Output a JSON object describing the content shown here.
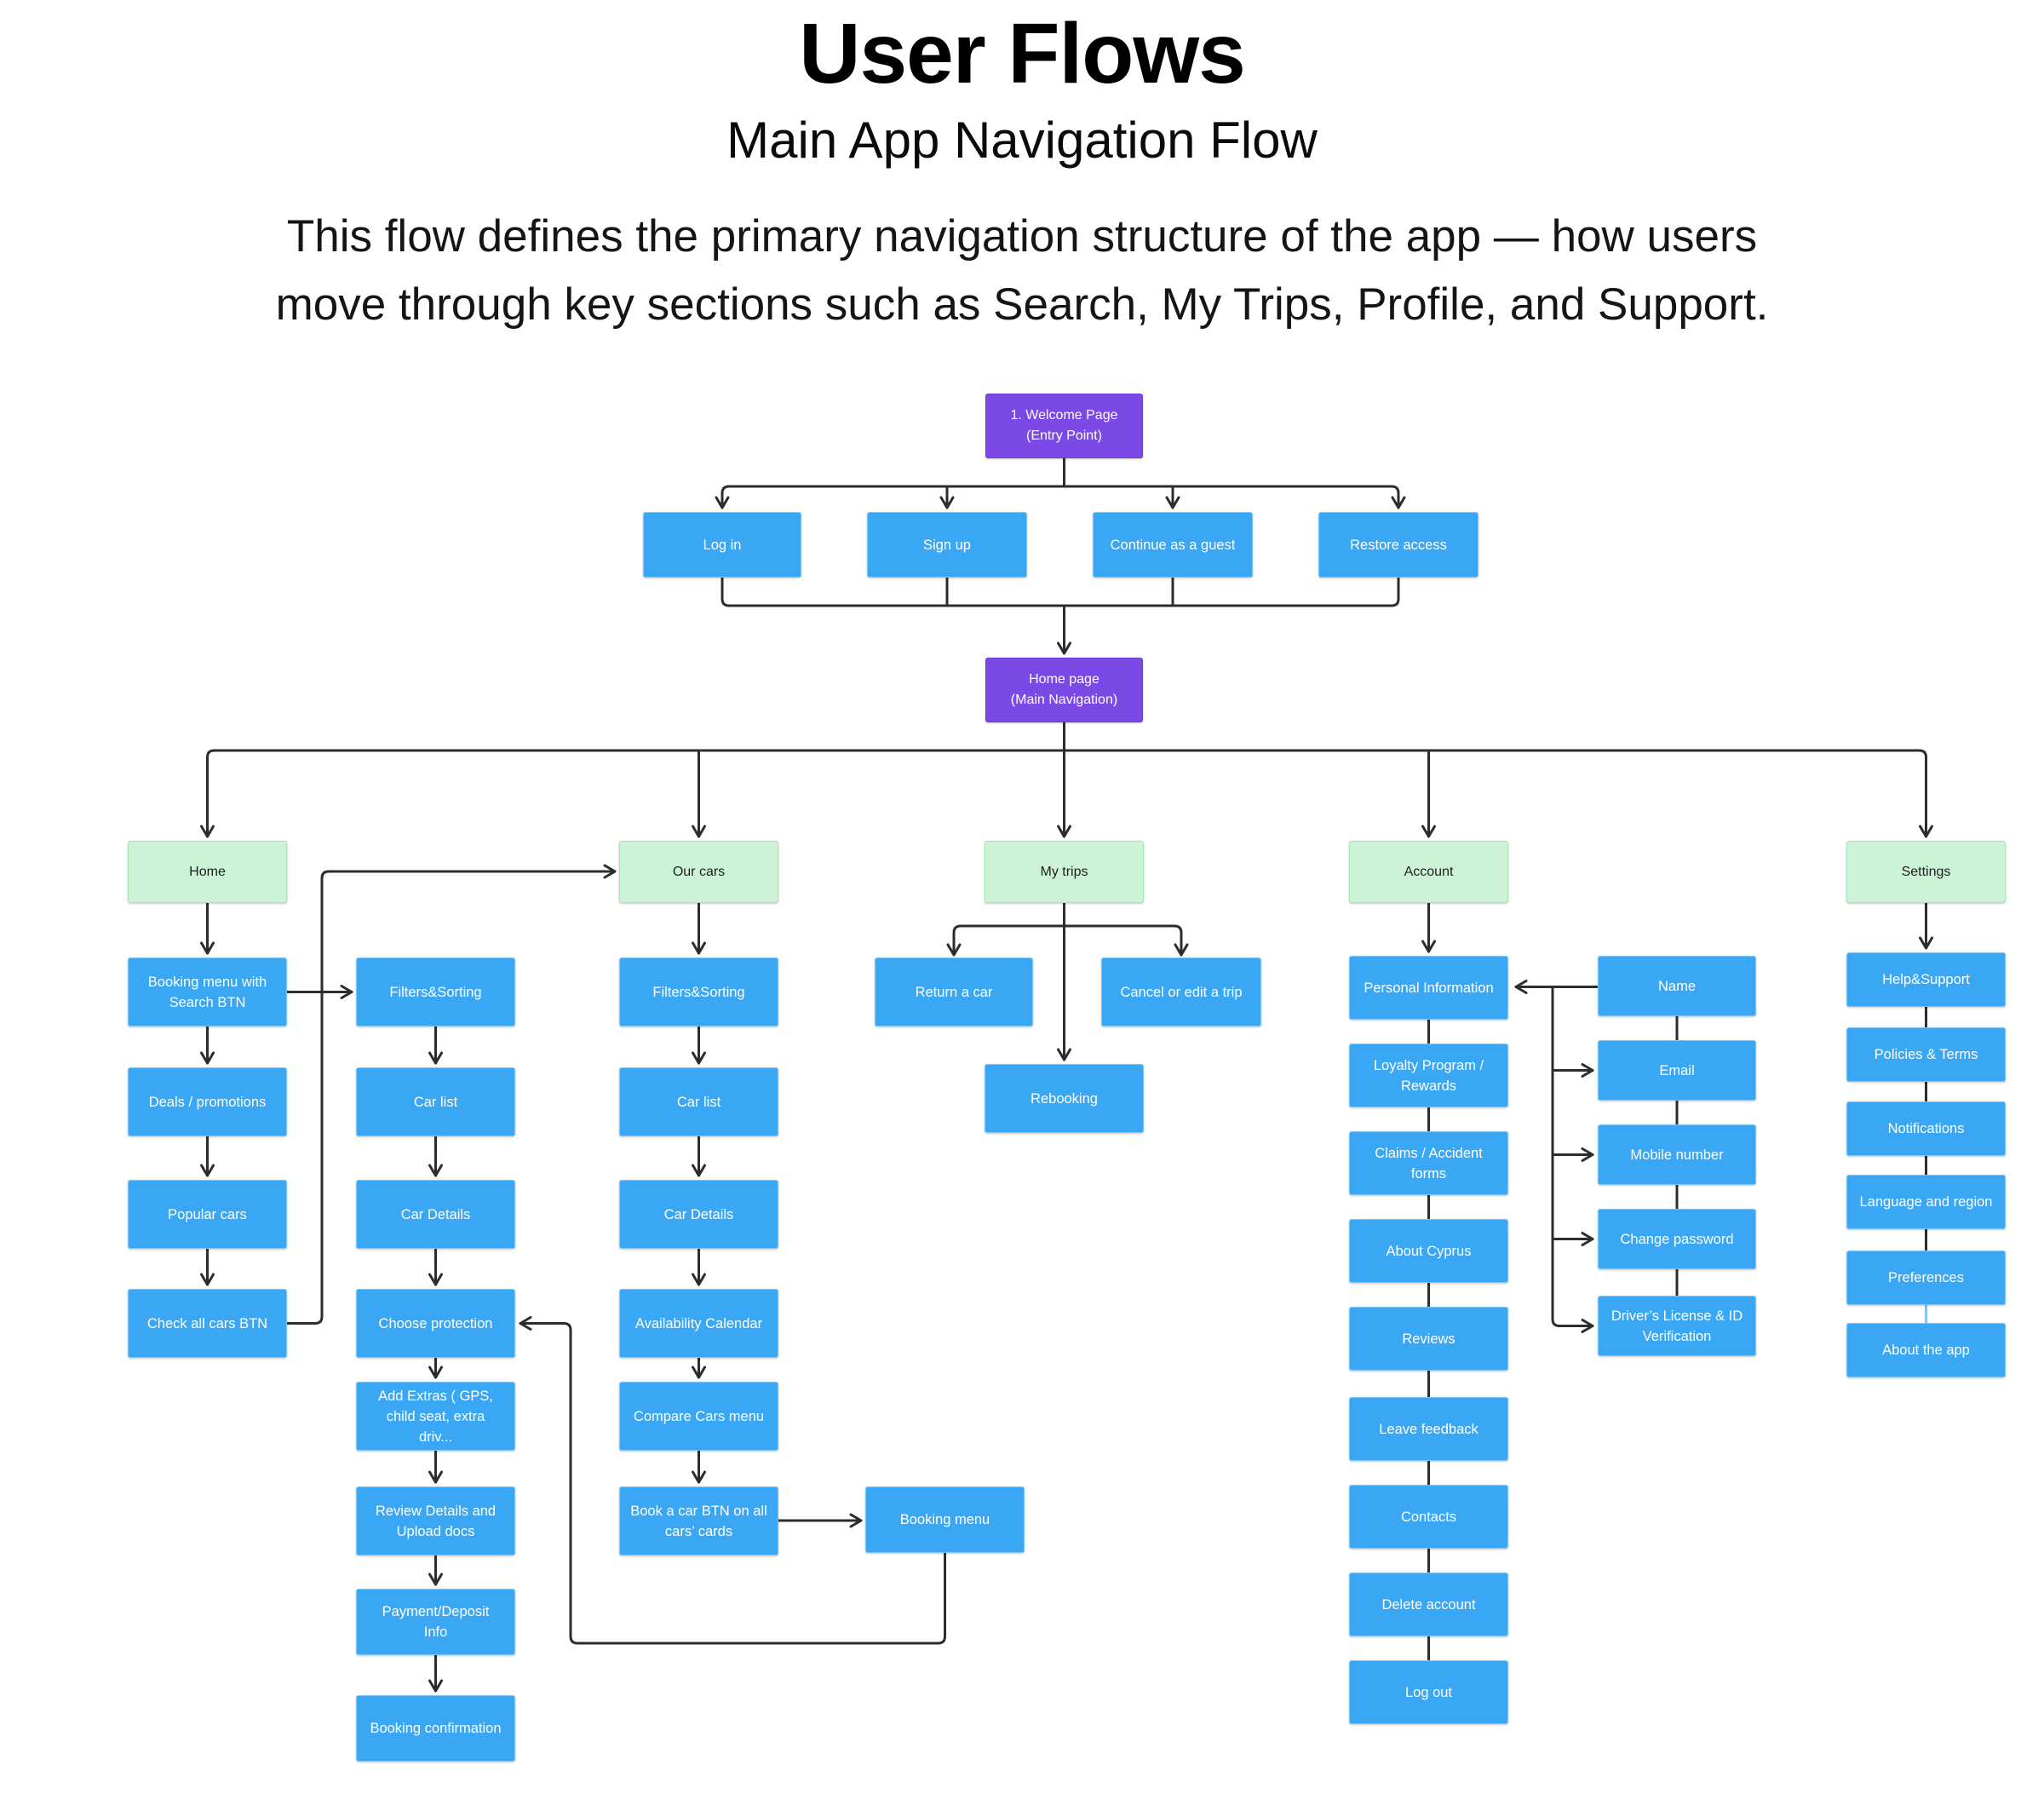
{
  "header": {
    "title": "User Flows",
    "subtitle": "Main App Navigation Flow",
    "description": [
      "This flow defines the primary navigation structure of the app — how users",
      "move through key sections such as Search, My Trips, Profile, and Support."
    ]
  },
  "colors": {
    "entry_node": "#7B49E6",
    "action_node": "#3AA7F5",
    "section_node": "#CDF3D6",
    "section_node_border": "#A9E3B6",
    "connector": "#2D2D2D",
    "light_connector": "#85C4F3"
  },
  "nodes": {
    "welcome": "1. Welcome Page\n(Entry Point)",
    "login": "Log in",
    "signup": "Sign up",
    "guest": "Continue as a guest",
    "restore": "Restore access",
    "homepage": "Home page\n(Main Navigation)",
    "home": "Home",
    "our_cars": "Our cars",
    "my_trips": "My trips",
    "account": "Account",
    "settings": "Settings",
    "booking_menu_search": "Booking menu with Search BTN",
    "deals": "Deals / promotions",
    "popular_cars": "Popular cars",
    "check_all_cars": "Check all cars BTN",
    "filters_home": "Filters&Sorting",
    "car_list_home": "Car list",
    "car_details_home": "Car Details",
    "choose_protection": "Choose protection",
    "add_extras": "Add Extras ( GPS, child seat, extra driv...",
    "review_details": "Review Details and Upload docs",
    "payment_info": "Payment/Deposit Info",
    "booking_confirmation": "Booking confirmation",
    "filters_cars": "Filters&Sorting",
    "car_list_cars": "Car list",
    "car_details_cars": "Car Details",
    "availability_calendar": "Availability Calendar",
    "compare_cars": "Compare Cars menu",
    "book_car_btn": "Book a car BTN on all cars’ cards",
    "booking_menu": "Booking menu",
    "return_car": "Return a car",
    "cancel_edit_trip": "Cancel or edit a trip",
    "rebooking": "Rebooking",
    "personal_info": "Personal Information",
    "loyalty": "Loyalty Program / Rewards",
    "claims": "Claims / Accident forms",
    "about_cyprus": "About Cyprus",
    "reviews": "Reviews",
    "leave_feedback": "Leave feedback",
    "contacts": "Contacts",
    "delete_account": "Delete account",
    "log_out": "Log out",
    "name": "Name",
    "email": "Email",
    "mobile_number": "Mobile number",
    "change_password": "Change password",
    "drivers_license": "Driver’s License & ID Verification",
    "help_support": "Help&Support",
    "policies_terms": "Policies & Terms",
    "notifications": "Notifications",
    "language_region": "Language and region",
    "preferences": "Preferences",
    "about_app": "About the app"
  }
}
